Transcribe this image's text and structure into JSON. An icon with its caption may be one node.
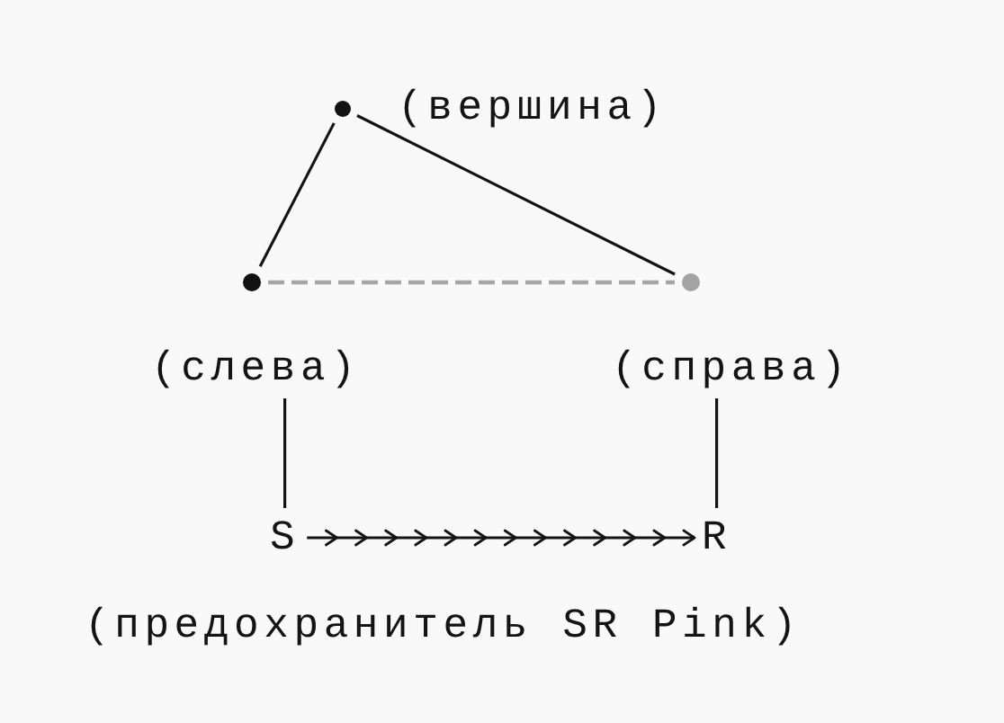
{
  "diagram": {
    "nodes": [
      {
        "text": [],
        "shape": "circle",
        "beside": [
          "(вершина)"
        ]
      },
      {
        "text": [],
        "shape": "circle"
      },
      {
        "text": [],
        "shape": "circle"
      },
      {
        "text": [
          "(слева)"
        ]
      },
      {
        "text": [
          "(справа)"
        ]
      },
      {
        "text": [
          "S"
        ]
      },
      {
        "text": [
          "R"
        ]
      }
    ],
    "edges": [
      {
        "from": 0,
        "to": 1,
        "arrow": "none"
      },
      {
        "from": 0,
        "to": 2,
        "arrow": "none"
      },
      {
        "from": 1,
        "to": 2,
        "arrow": "none",
        "style": "dashed",
        "color": "#a6a6a6"
      },
      {
        "from": 3,
        "to": 5,
        "arrow": "none"
      },
      {
        "from": 4,
        "to": 6,
        "arrow": "none"
      },
      {
        "from": 5,
        "to": 6,
        "arrow": "to"
      }
    ],
    "labels": [
      "(предохранитель SR Pink)"
    ]
  }
}
